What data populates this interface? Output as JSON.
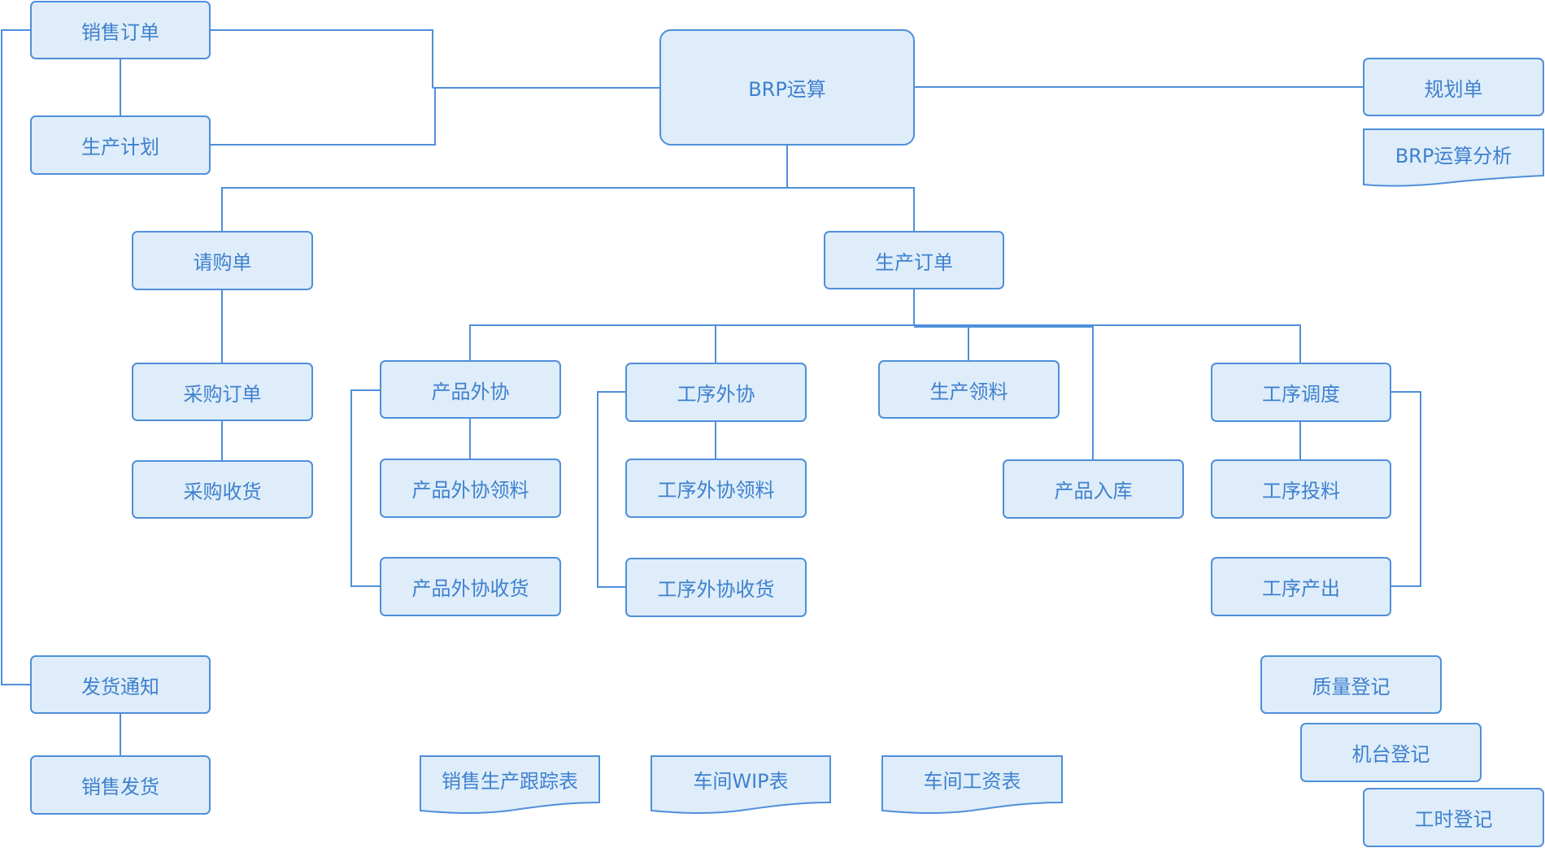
{
  "colors": {
    "node_fill": "#deedf9",
    "node_border": "#4f8fda",
    "text": "#3f80cf",
    "connector": "#4f8fda"
  },
  "nodes": {
    "sales_order": "销售订单",
    "production_plan": "生产计划",
    "brp_calc": "BRP运算",
    "plan_doc": "规划单",
    "brp_analysis": "BRP运算分析",
    "purchase_request": "请购单",
    "production_order": "生产订单",
    "purchase_order": "采购订单",
    "purchase_receipt": "采购收货",
    "product_outsource": "产品外协",
    "product_outsource_picking": "产品外协领料",
    "product_outsource_receipt": "产品外协收货",
    "process_outsource": "工序外协",
    "process_outsource_picking": "工序外协领料",
    "process_outsource_receipt": "工序外协收货",
    "production_picking": "生产领料",
    "product_stockin": "产品入库",
    "process_dispatch": "工序调度",
    "process_feeding": "工序投料",
    "process_output": "工序产出",
    "delivery_notice": "发货通知",
    "sales_shipment": "销售发货",
    "quality_register": "质量登记",
    "machine_register": "机台登记",
    "hours_register": "工时登记"
  },
  "reports": {
    "sales_production_tracking": "销售生产跟踪表",
    "workshop_wip": "车间WIP表",
    "workshop_wage": "车间工资表"
  }
}
